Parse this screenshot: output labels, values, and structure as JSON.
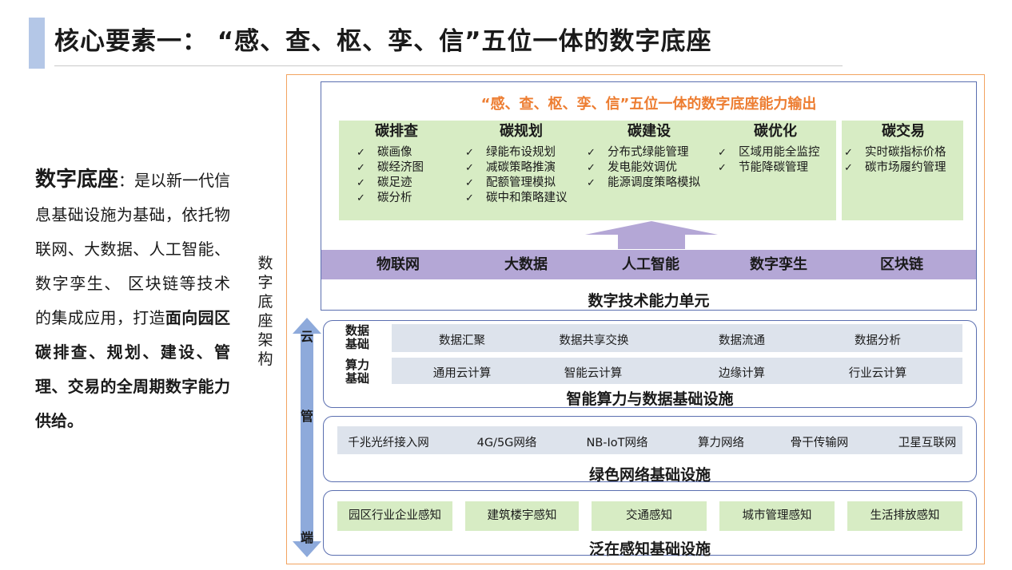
{
  "title": "核心要素一：  “感、查、枢、孪、信”五位一体的数字底座",
  "description": {
    "term": "数字底座",
    "colon": "：",
    "text": "是以新一代信息基础设施为基础，依托物联网、大数据、人工智能、数字孪生、 区块链等技术的集成应用，打造",
    "bold_text": "面向园区碳排查、规划、建设、管理、交易的全周期数字能力供给。"
  },
  "architecture_label": "数字底座架构",
  "output": {
    "title": "“感、查、枢、孪、信”五位一体的数字底座能力输出",
    "check_mark": "✓",
    "capabilities": [
      {
        "name": "碳排查",
        "items": [
          "碳画像",
          "碳经济图",
          "碳足迹",
          "碳分析"
        ]
      },
      {
        "name": "碳规划",
        "items": [
          "绿能布设规划",
          "减碳策略推演",
          "配额管理模拟",
          "碳中和策略建议"
        ]
      },
      {
        "name": "碳建设",
        "items": [
          "分布式绿能管理",
          "发电能效调优",
          "能源调度策略模拟"
        ]
      },
      {
        "name": "碳优化",
        "items": [
          "区域用能全监控",
          "节能降碳管理"
        ]
      },
      {
        "name": "碳交易",
        "items": [
          "实时碳指标价格",
          "碳市场履约管理"
        ]
      }
    ]
  },
  "tech_unit": {
    "items": [
      "物联网",
      "大数据",
      "人工智能",
      "数字孪生",
      "区块链"
    ],
    "label": "数字技术能力单元"
  },
  "cloud_pipe_edge": [
    "云",
    "管",
    "端"
  ],
  "compute_data": {
    "data_label": "数据\n基础",
    "compute_label": "算力\n基础",
    "data_items": [
      "数据汇聚",
      "数据共享交换",
      "数据流通",
      "数据分析"
    ],
    "compute_items": [
      "通用云计算",
      "智能云计算",
      "边缘计算",
      "行业云计算"
    ],
    "label": "智能算力与数据基础设施"
  },
  "network": {
    "items": [
      "千兆光纤接入网",
      "4G/5G网络",
      "NB-IoT网络",
      "算力网络",
      "骨干传输网",
      "卫星互联网"
    ],
    "label": "绿色网络基础设施"
  },
  "sensing": {
    "items": [
      "园区行业企业感知",
      "建筑楼宇感知",
      "交通感知",
      "城市管理感知",
      "生活排放感知"
    ],
    "label": "泛在感知基础设施"
  },
  "colors": {
    "accent_orange": "#ed7d31",
    "green_fill": "#d7ecc4",
    "purple_band": "#b4a7d6",
    "grey_band": "#dde3ec",
    "blue_border": "#5b6fb0",
    "arrow_blue": "#8eaadb"
  }
}
